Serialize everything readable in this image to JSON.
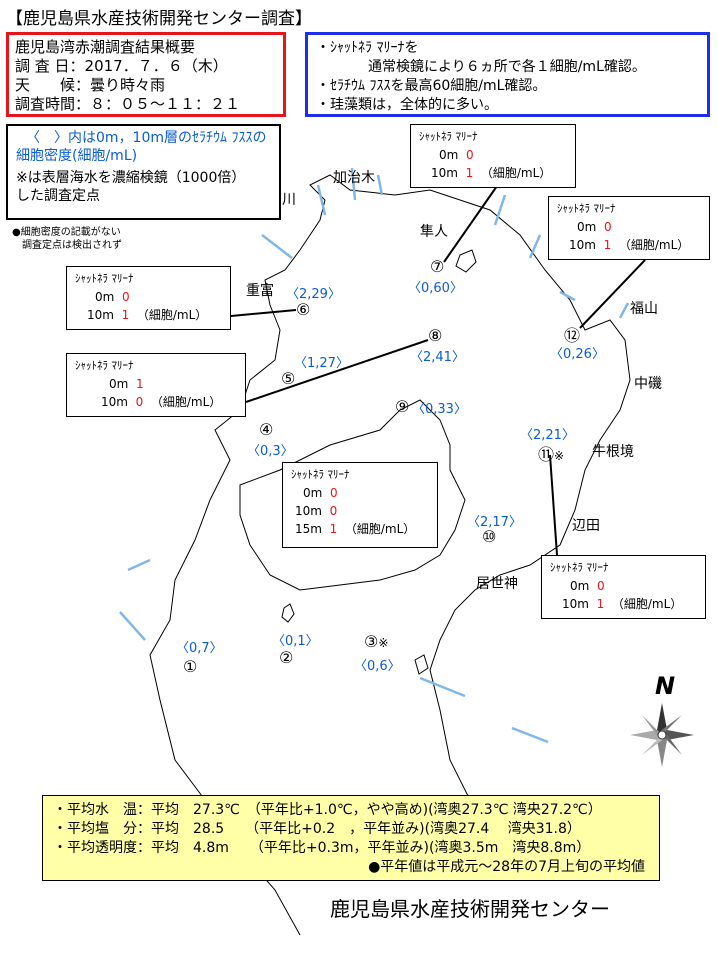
{
  "header": {
    "title": "【鹿児島県水産技術開発センター調査】"
  },
  "survey": {
    "title": "鹿児島湾赤潮調査結果概要",
    "date": "調 査 日：2017．７．６（木）",
    "weather": "天　　候：曇り時々雨",
    "time": "調査時間：８：０５〜１１：２１"
  },
  "summary": {
    "line1": "・ｼｬｯﾄﾈﾗ ﾏﾘｰﾅを",
    "line2": "通常検鏡により６ヵ所で各１細胞/mL確認。",
    "line3": "・ｾﾗﾁｳﾑ ﾌｽｽを最高60細胞/mL確認。",
    "line4": "・珪藻類は，全体的に多い。"
  },
  "legend": {
    "line1": "〈　〉内は0m，10m層のｾﾗﾁｳﾑ ﾌｽｽの",
    "line2": "細胞密度(細胞/mL)",
    "line3": "※は表層海水を濃縮検鏡（1000倍）",
    "line4": "した調査定点"
  },
  "footnote": {
    "line1": "●細胞密度の記載がない",
    "line2": "調査定点は検出されず"
  },
  "species_label": "ｼｬｯﾄﾈﾗ ﾏﾘｰﾅ",
  "unit_label": "（細胞/mL）",
  "cell_boxes": [
    {
      "id": "st7",
      "rows": [
        {
          "depth": "0m",
          "value": "0"
        },
        {
          "depth": "10m",
          "value": "1"
        }
      ]
    },
    {
      "id": "st12",
      "rows": [
        {
          "depth": "0m",
          "value": "0"
        },
        {
          "depth": "10m",
          "value": "1"
        }
      ]
    },
    {
      "id": "st6",
      "rows": [
        {
          "depth": "0m",
          "value": "0"
        },
        {
          "depth": "10m",
          "value": "1"
        }
      ]
    },
    {
      "id": "st5",
      "rows": [
        {
          "depth": "0m",
          "value": "1"
        },
        {
          "depth": "10m",
          "value": "0"
        }
      ]
    },
    {
      "id": "st9",
      "rows": [
        {
          "depth": "0m",
          "value": "0"
        },
        {
          "depth": "10m",
          "value": "0"
        },
        {
          "depth": "15m",
          "value": "1"
        }
      ]
    },
    {
      "id": "st11",
      "rows": [
        {
          "depth": "0m",
          "value": "0"
        },
        {
          "depth": "10m",
          "value": "1"
        }
      ]
    }
  ],
  "stations": {
    "s1": "①",
    "s2": "②",
    "s3": "③",
    "s4": "④",
    "s5": "⑤",
    "s6": "⑥",
    "s7": "⑦",
    "s8": "⑧",
    "s9": "⑨",
    "s10": "⑩",
    "s11": "⑪",
    "s12": "⑫",
    "mark": "※"
  },
  "densities": {
    "s1": "〈0,7〉",
    "s2": "〈0,1〉",
    "s3": "〈0,6〉",
    "s4": "〈0,3〉",
    "s5": "〈1,27〉",
    "s6": "〈2,29〉",
    "s7": "〈0,60〉",
    "s8": "〈2,41〉",
    "s9": "〈0,33〉",
    "s10": "〈2,17〉",
    "s11": "〈2,21〉",
    "s12": "〈0,26〉"
  },
  "places": {
    "kajiki": "加治木",
    "amorigawa": "川",
    "hayato": "隼人",
    "shigetomi": "重富",
    "fukuyama": "福山",
    "nakaiso": "中磯",
    "ushinekyo": "牛根境",
    "henda": "辺田",
    "iseshin": "居世神"
  },
  "conditions": {
    "temp": "・平均水　温：平均　27.3℃　（平年比+1.0℃，やや高め)(湾奥27.3℃ 湾央27.2℃）",
    "salinity": "・平均塩　分：平均　28.5　　（平年比+0.2　，平年並み)(湾奥27.4　 湾央31.8）",
    "transparency": "・平均透明度：平均　4.8m　　（平年比+0.3m，平年並み)(湾奥3.5m　湾央8.8m）",
    "note": "●平年値は平成元〜28年の7月上旬の平均値"
  },
  "organization": "鹿児島県水産技術開発センター",
  "compass": {
    "label": "N"
  },
  "colors": {
    "red_box": "#e8141c",
    "blue_box": "#1e2ee6",
    "density_blue": "#0a5cd6",
    "river": "#7fb8e8",
    "conditions_bg": "#ffffa8"
  }
}
